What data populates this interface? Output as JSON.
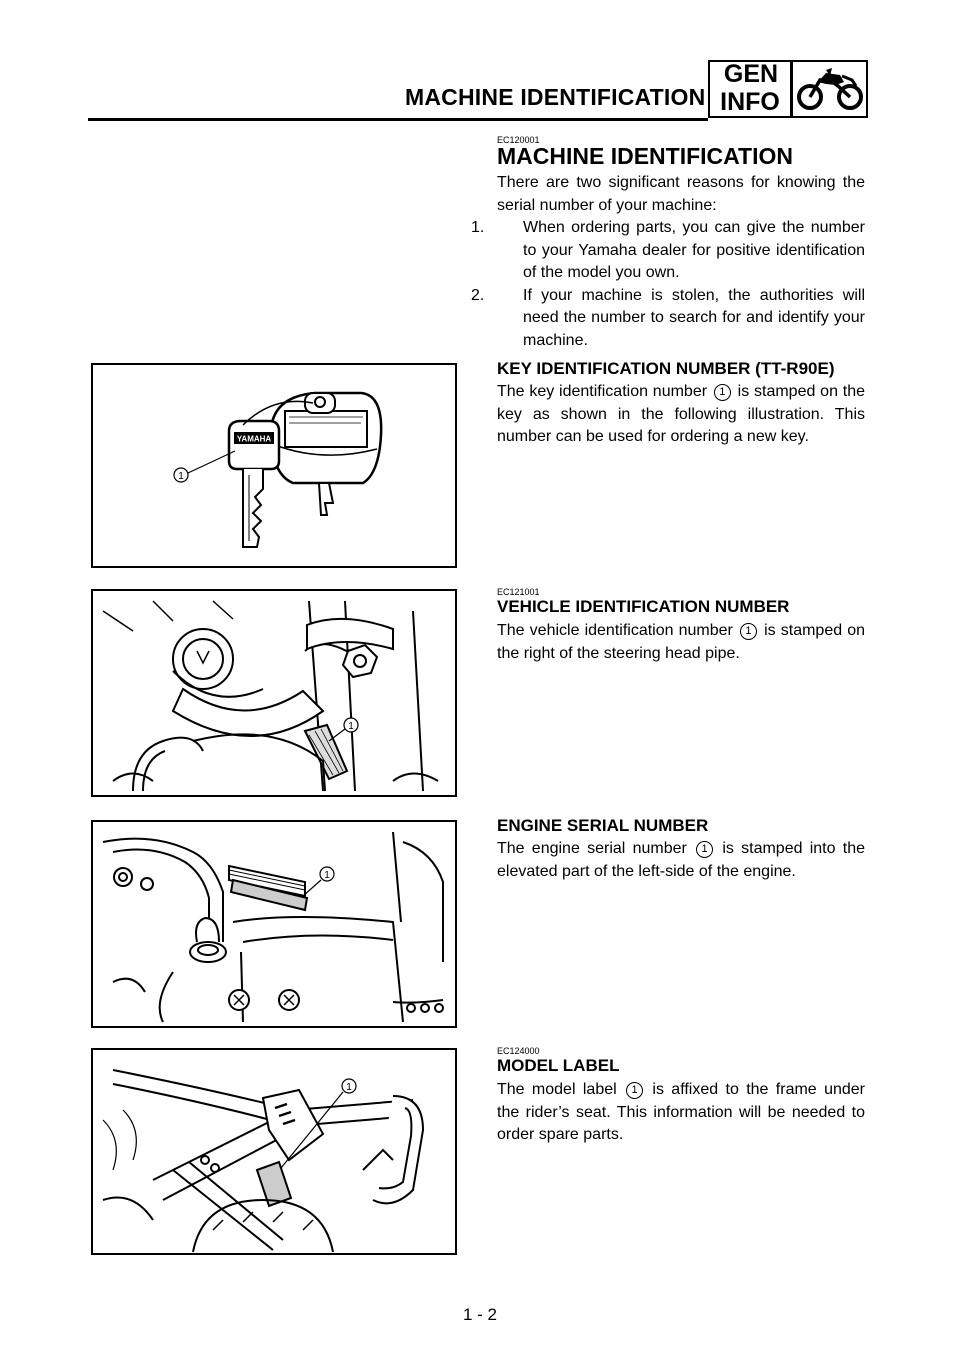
{
  "header": {
    "section_title": "MACHINE IDENTIFICATION",
    "badge_line1": "GEN",
    "badge_line2": "INFO"
  },
  "intro": {
    "code": "EC120001",
    "title": "MACHINE IDENTIFICATION",
    "paragraph": "There are two significant reasons for knowing the serial number of your machine:",
    "items": [
      {
        "num": "1.",
        "text": "When ordering parts, you can give the number to your Yamaha dealer for positive identification of the model you own."
      },
      {
        "num": "2.",
        "text": "If your machine is stolen, the authorities will need the number to search for and identify your machine."
      }
    ]
  },
  "key_section": {
    "title": "KEY IDENTIFICATION NUMBER (TT-R90E)",
    "text_before": "The key identification number",
    "callout": "1",
    "text_after": "is stamped on the key as shown in the following illustration. This number can be used for ordering a new key.",
    "key_brand": "YAMAHA"
  },
  "vehicle_section": {
    "code": "EC121001",
    "title": "VEHICLE IDENTIFICATION NUMBER",
    "text_before": "The vehicle identification number",
    "callout": "1",
    "text_after": "is stamped on the right of the steering head pipe."
  },
  "engine_section": {
    "title": "ENGINE SERIAL NUMBER",
    "text_before": "The engine serial number",
    "callout": "1",
    "text_after": "is stamped into the elevated part of the left-side of the engine."
  },
  "model_section": {
    "code": "EC124000",
    "title": "MODEL LABEL",
    "text_before": "The model label",
    "callout": "1",
    "text_after": "is affixed to the frame under the rider’s seat. This information will be needed to order spare parts."
  },
  "figure_callouts": {
    "key": "1",
    "vehicle": "1",
    "engine": "1",
    "model": "1"
  },
  "footer": {
    "page_number": "1 - 2"
  }
}
